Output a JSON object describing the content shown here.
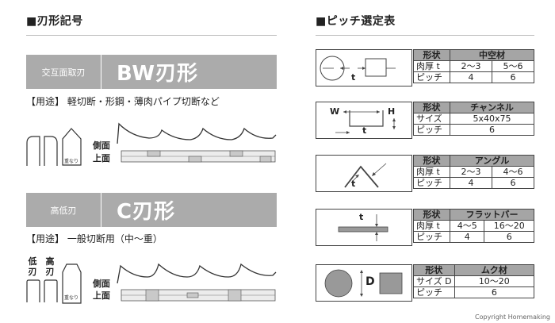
{
  "left": {
    "title": "■刃形記号",
    "bw": {
      "sub": "交互面取刃",
      "name": "BW刃形",
      "usage": "【用途】 軽切断・形鋼・薄肉パイプ切断など",
      "omoi": "重なり",
      "side": "側面",
      "top": "上面"
    },
    "c": {
      "sub": "高低刃",
      "name": "C刃形",
      "usage": "【用途】 一般切断用（中〜重）",
      "low": "低刃",
      "high": "高刃",
      "omoi": "重なり",
      "side": "側面",
      "top": "上面"
    }
  },
  "right": {
    "title": "■ピッチ選定表",
    "tables": [
      {
        "symbol": "t",
        "rows": [
          [
            "形状",
            "中空材"
          ],
          [
            "肉厚 t",
            "2〜3",
            "5〜6"
          ],
          [
            "ピッチ",
            "4",
            "6"
          ]
        ]
      },
      {
        "symbol_w": "W",
        "symbol_h": "H",
        "symbol": "t",
        "rows": [
          [
            "形状",
            "チャンネル"
          ],
          [
            "サイズ",
            "5x40x75"
          ],
          [
            "ピッチ",
            "6"
          ]
        ]
      },
      {
        "symbol": "t",
        "rows": [
          [
            "形状",
            "アングル"
          ],
          [
            "肉厚 t",
            "2〜3",
            "4〜6"
          ],
          [
            "ピッチ",
            "4",
            "6"
          ]
        ]
      },
      {
        "symbol": "t",
        "rows": [
          [
            "形状",
            "フラットバー"
          ],
          [
            "肉厚 t",
            "4〜5",
            "16〜20"
          ],
          [
            "ピッチ",
            "4",
            "6"
          ]
        ]
      },
      {
        "symbol": "D",
        "rows": [
          [
            "形状",
            "ムク材"
          ],
          [
            "サイズ D",
            "10〜20"
          ],
          [
            "ピッチ",
            "6"
          ]
        ]
      }
    ]
  },
  "copyright": "Copyright Homemaking"
}
